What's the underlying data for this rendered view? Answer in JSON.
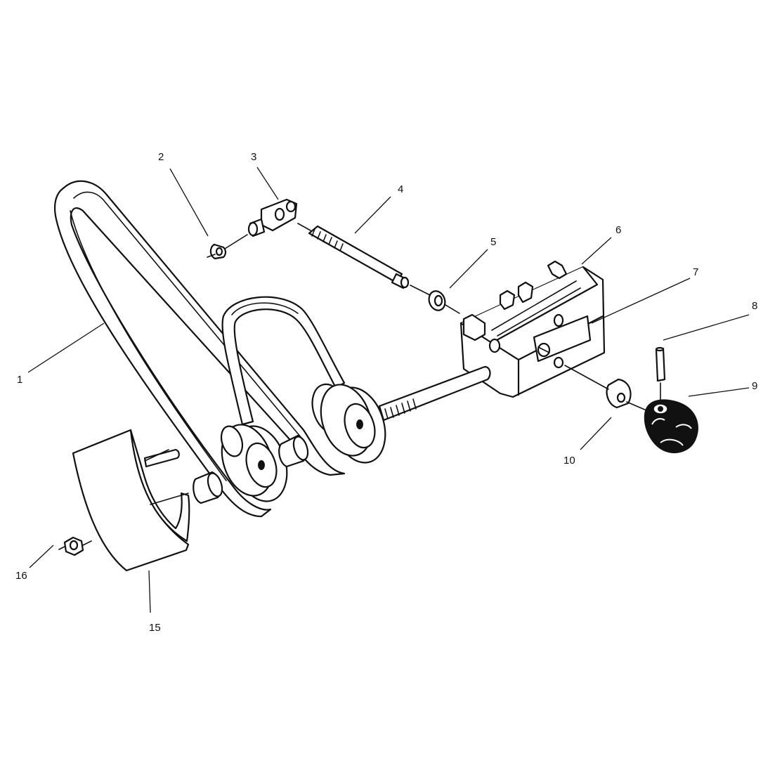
{
  "callouts": {
    "c1": "1",
    "c2": "2",
    "c3": "3",
    "c4": "4",
    "c5": "5",
    "c6": "6",
    "c7": "7",
    "c8": "8",
    "c9": "9",
    "c10": "10",
    "c15": "15",
    "c16": "16"
  },
  "colors": {
    "ink": "#111111",
    "paper": "#ffffff"
  }
}
